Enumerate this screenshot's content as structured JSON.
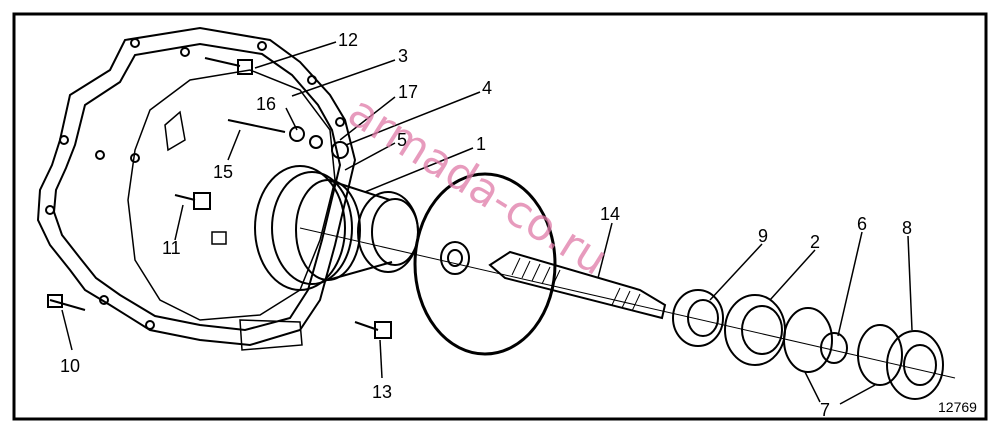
{
  "callouts": [
    "12",
    "3",
    "17",
    "16",
    "4",
    "5",
    "1",
    "15",
    "11",
    "14",
    "9",
    "2",
    "6",
    "8",
    "10",
    "13",
    "7"
  ],
  "figure_number": "12769",
  "watermark": "armada-co.ru"
}
